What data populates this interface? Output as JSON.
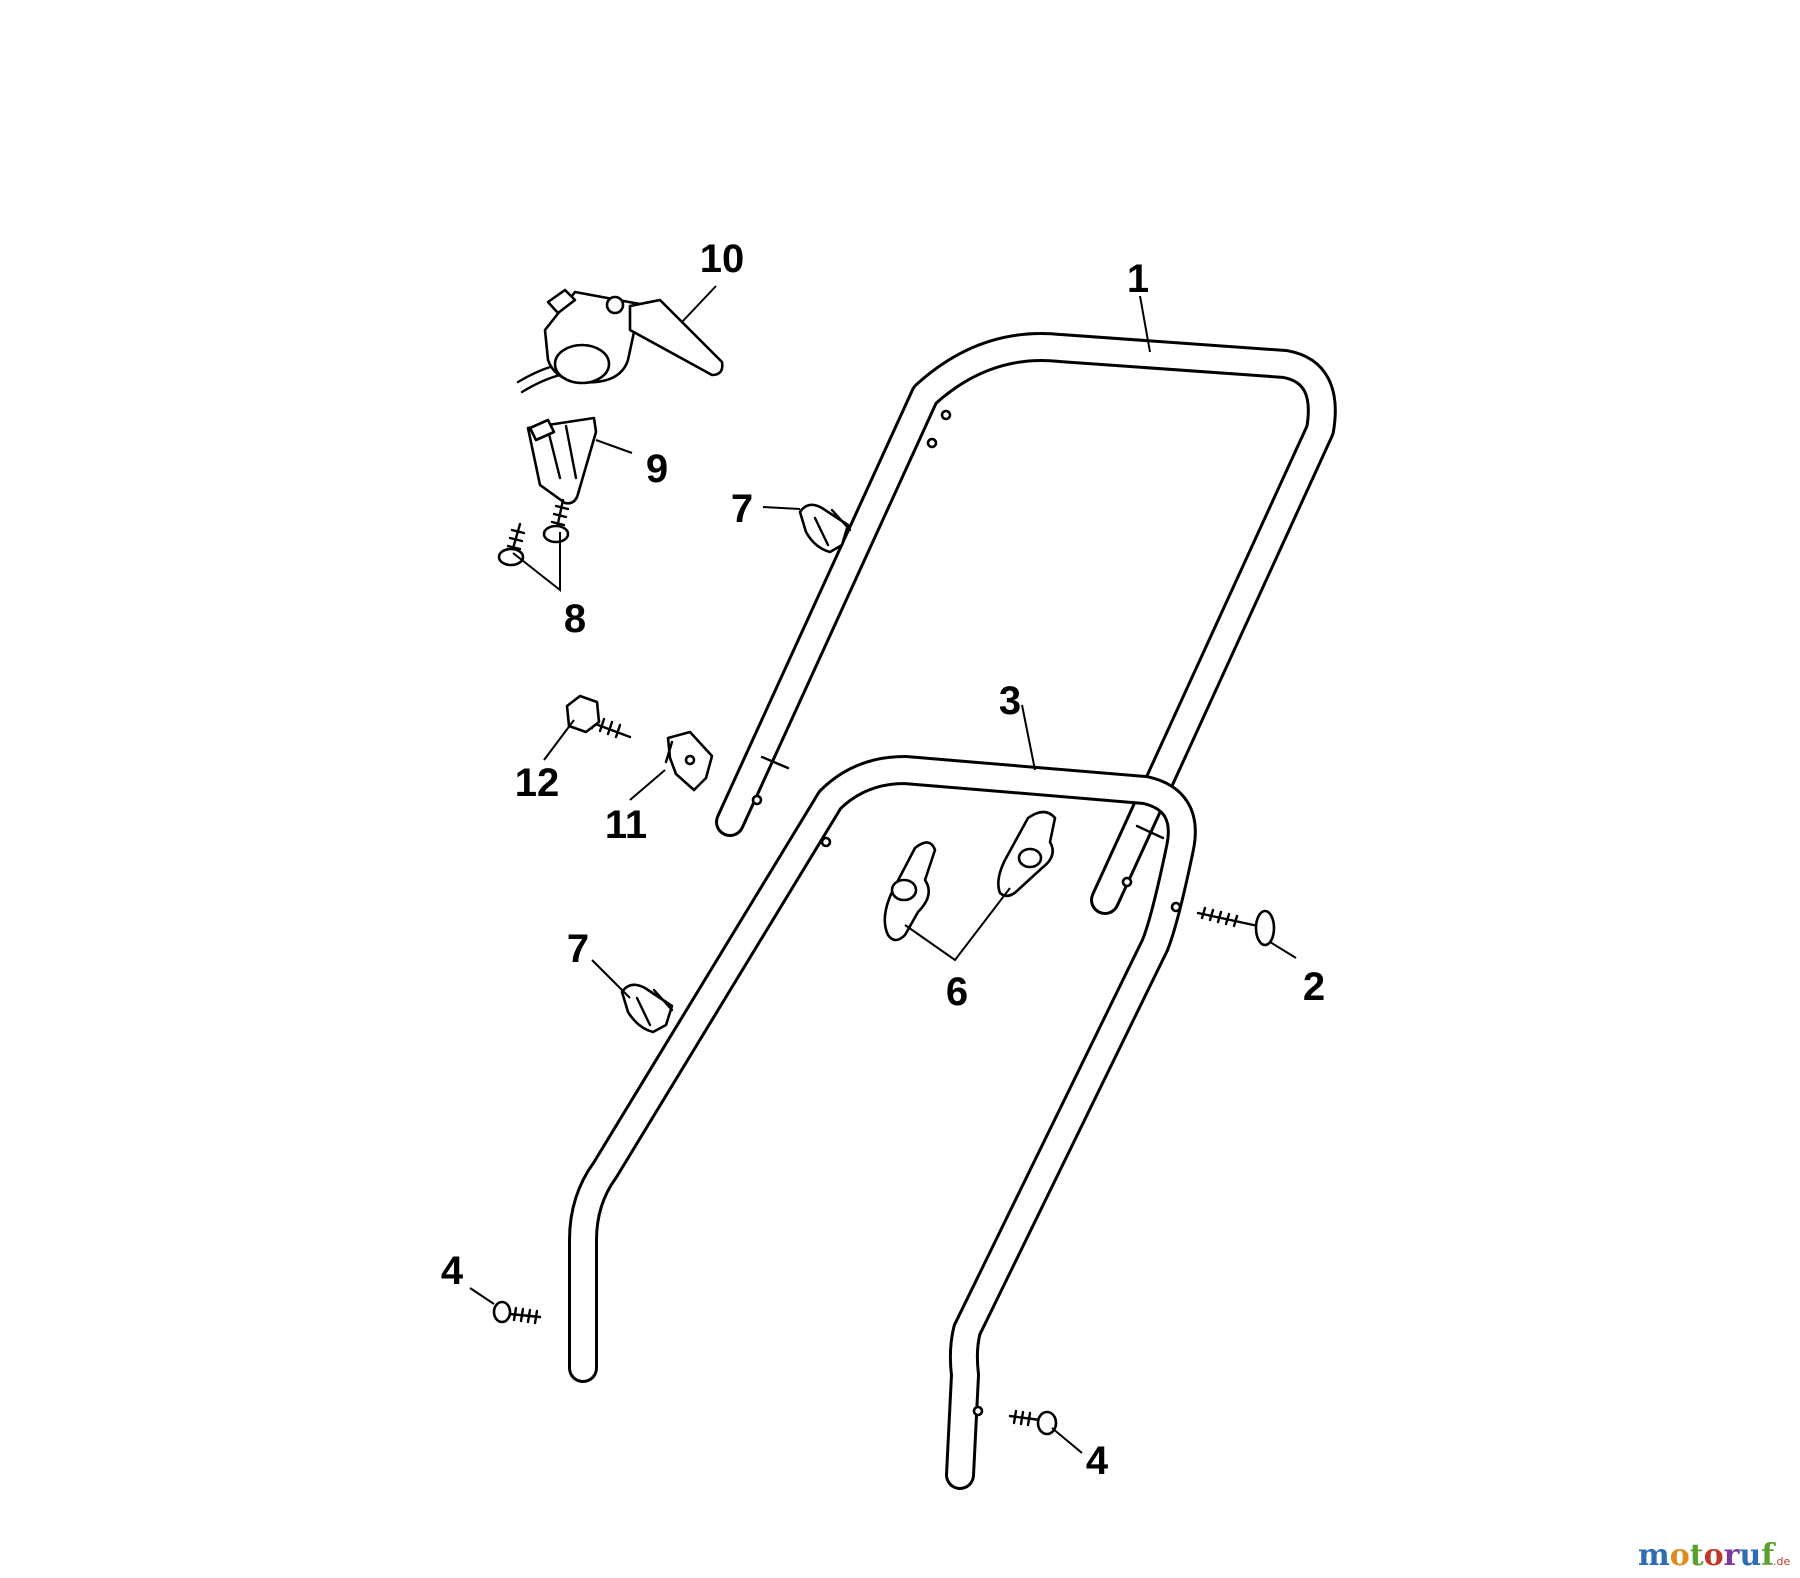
{
  "diagram": {
    "callouts": {
      "c1": "1",
      "c2": "2",
      "c3": "3",
      "c4a": "4",
      "c4b": "4",
      "c6": "6",
      "c7a": "7",
      "c7b": "7",
      "c8": "8",
      "c9": "9",
      "c10": "10",
      "c11": "11",
      "c12": "12"
    }
  },
  "watermark": {
    "letters": [
      "m",
      "o",
      "t",
      "o",
      "r",
      "u",
      "f"
    ],
    "suffix": ".de",
    "colors": [
      "#2e6db4",
      "#e08a1e",
      "#5aa02c",
      "#c0392b",
      "#7d3c98",
      "#2e6db4",
      "#5aa02c"
    ]
  }
}
